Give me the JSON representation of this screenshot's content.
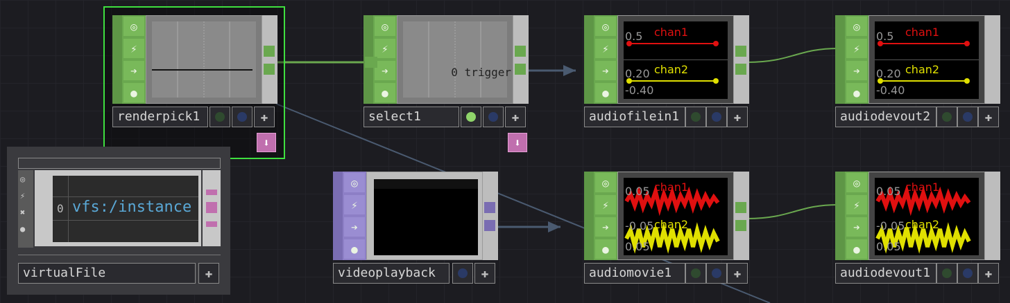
{
  "colors": {
    "op_green": "#6aa84f",
    "op_purple": "#8d7fc6",
    "selection": "#3fe03f",
    "chan1": "#e01010",
    "chan2": "#e0e000",
    "wire_green": "#6aa84f",
    "wire_blue": "#4a5a70"
  },
  "icons": {
    "viewer_flag": "target-icon",
    "bypass_flag": "lightning-icon",
    "display_flag": "arrow-right-icon",
    "lock_flag": "lock-icon",
    "add": "plus-icon",
    "down": "arrow-down-icon",
    "close": "close-icon"
  },
  "nodes": {
    "renderpick": {
      "name": "renderpick1"
    },
    "select": {
      "name": "select1",
      "trigger_text": "0 trigger"
    },
    "audiofilein": {
      "name": "audiofilein1",
      "chan1_label": "chan1",
      "chan2_label": "chan2",
      "val1": "0.5",
      "val2a": "0.20",
      "val2b": "-0.40"
    },
    "audiodevout2": {
      "name": "audiodevout2",
      "chan1_label": "chan1",
      "chan2_label": "chan2",
      "val1": "0.5",
      "val2a": "0.20",
      "val2b": "-0.40"
    },
    "virtualfile": {
      "name": "virtualFile",
      "row_index": "0",
      "cell_text": "vfs:/instance"
    },
    "videoplayback": {
      "name": "videoplayback"
    },
    "audiomovie": {
      "name": "audiomovie1",
      "chan1_label": "chan1",
      "chan2_label": "chan2",
      "val1": "0.05",
      "val2a": "-0.05",
      "val2b": "0.05"
    },
    "audiodevout1": {
      "name": "audiodevout1",
      "chan1_label": "chan1",
      "chan2_label": "chan2",
      "val1": "0.05",
      "val2a": "-0.05",
      "val2b": "0.05"
    }
  }
}
